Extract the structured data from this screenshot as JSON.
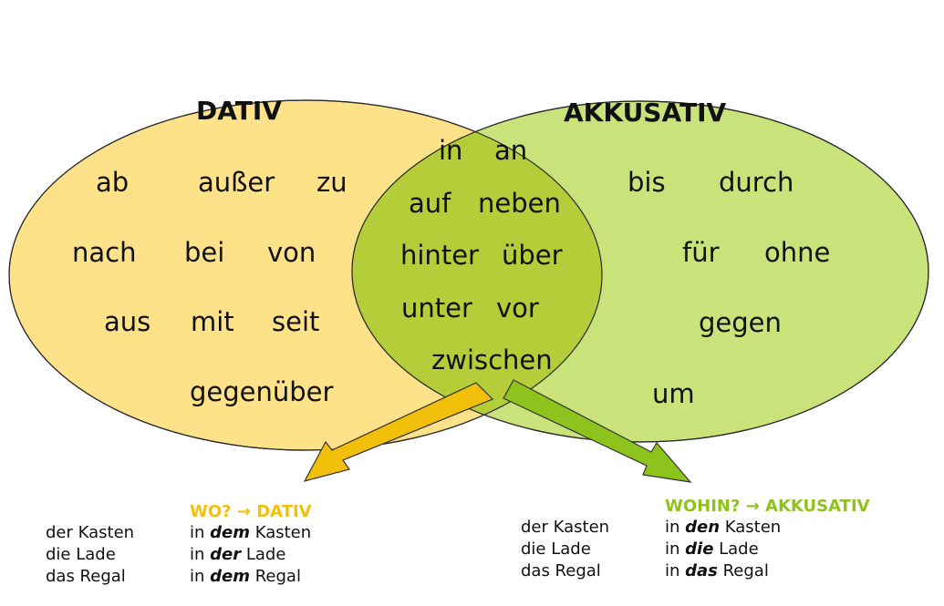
{
  "dativ": {
    "title": "DATIV",
    "color": "#fde28a",
    "words": [
      "ab",
      "außer",
      "zu",
      "nach",
      "bei",
      "von",
      "aus",
      "mit",
      "seit",
      "gegenüber"
    ]
  },
  "akkusativ": {
    "title": "AKKUSATIV",
    "color": "#c9e27a",
    "words": [
      "bis",
      "durch",
      "für",
      "ohne",
      "gegen",
      "um"
    ]
  },
  "both": {
    "color": "#b6cd3a",
    "words": [
      "in",
      "an",
      "auf",
      "neben",
      "hinter",
      "über",
      "unter",
      "vor",
      "zwischen"
    ]
  },
  "arrows": {
    "dativ_color": "#f2c00a",
    "akkusativ_color": "#8ec21c"
  },
  "wo": {
    "heading": "WO? → DATIV",
    "heading_color": "#f2c00a",
    "nouns": [
      "der Kasten",
      "die Lade",
      "das Regal"
    ],
    "phrases": [
      {
        "prep": "in ",
        "article": "dem",
        "noun": " Kasten"
      },
      {
        "prep": "in ",
        "article": "der",
        "noun": " Lade"
      },
      {
        "prep": "in ",
        "article": "dem",
        "noun": " Regal"
      }
    ]
  },
  "wohin": {
    "heading": "WOHIN? → AKKUSATIV",
    "heading_color": "#8ec21c",
    "nouns": [
      "der Kasten",
      "die Lade",
      "das Regal"
    ],
    "phrases": [
      {
        "prep": "in ",
        "article": "den",
        "noun": " Kasten"
      },
      {
        "prep": "in ",
        "article": "die",
        "noun": " Lade"
      },
      {
        "prep": "in ",
        "article": "das",
        "noun": " Regal"
      }
    ]
  }
}
